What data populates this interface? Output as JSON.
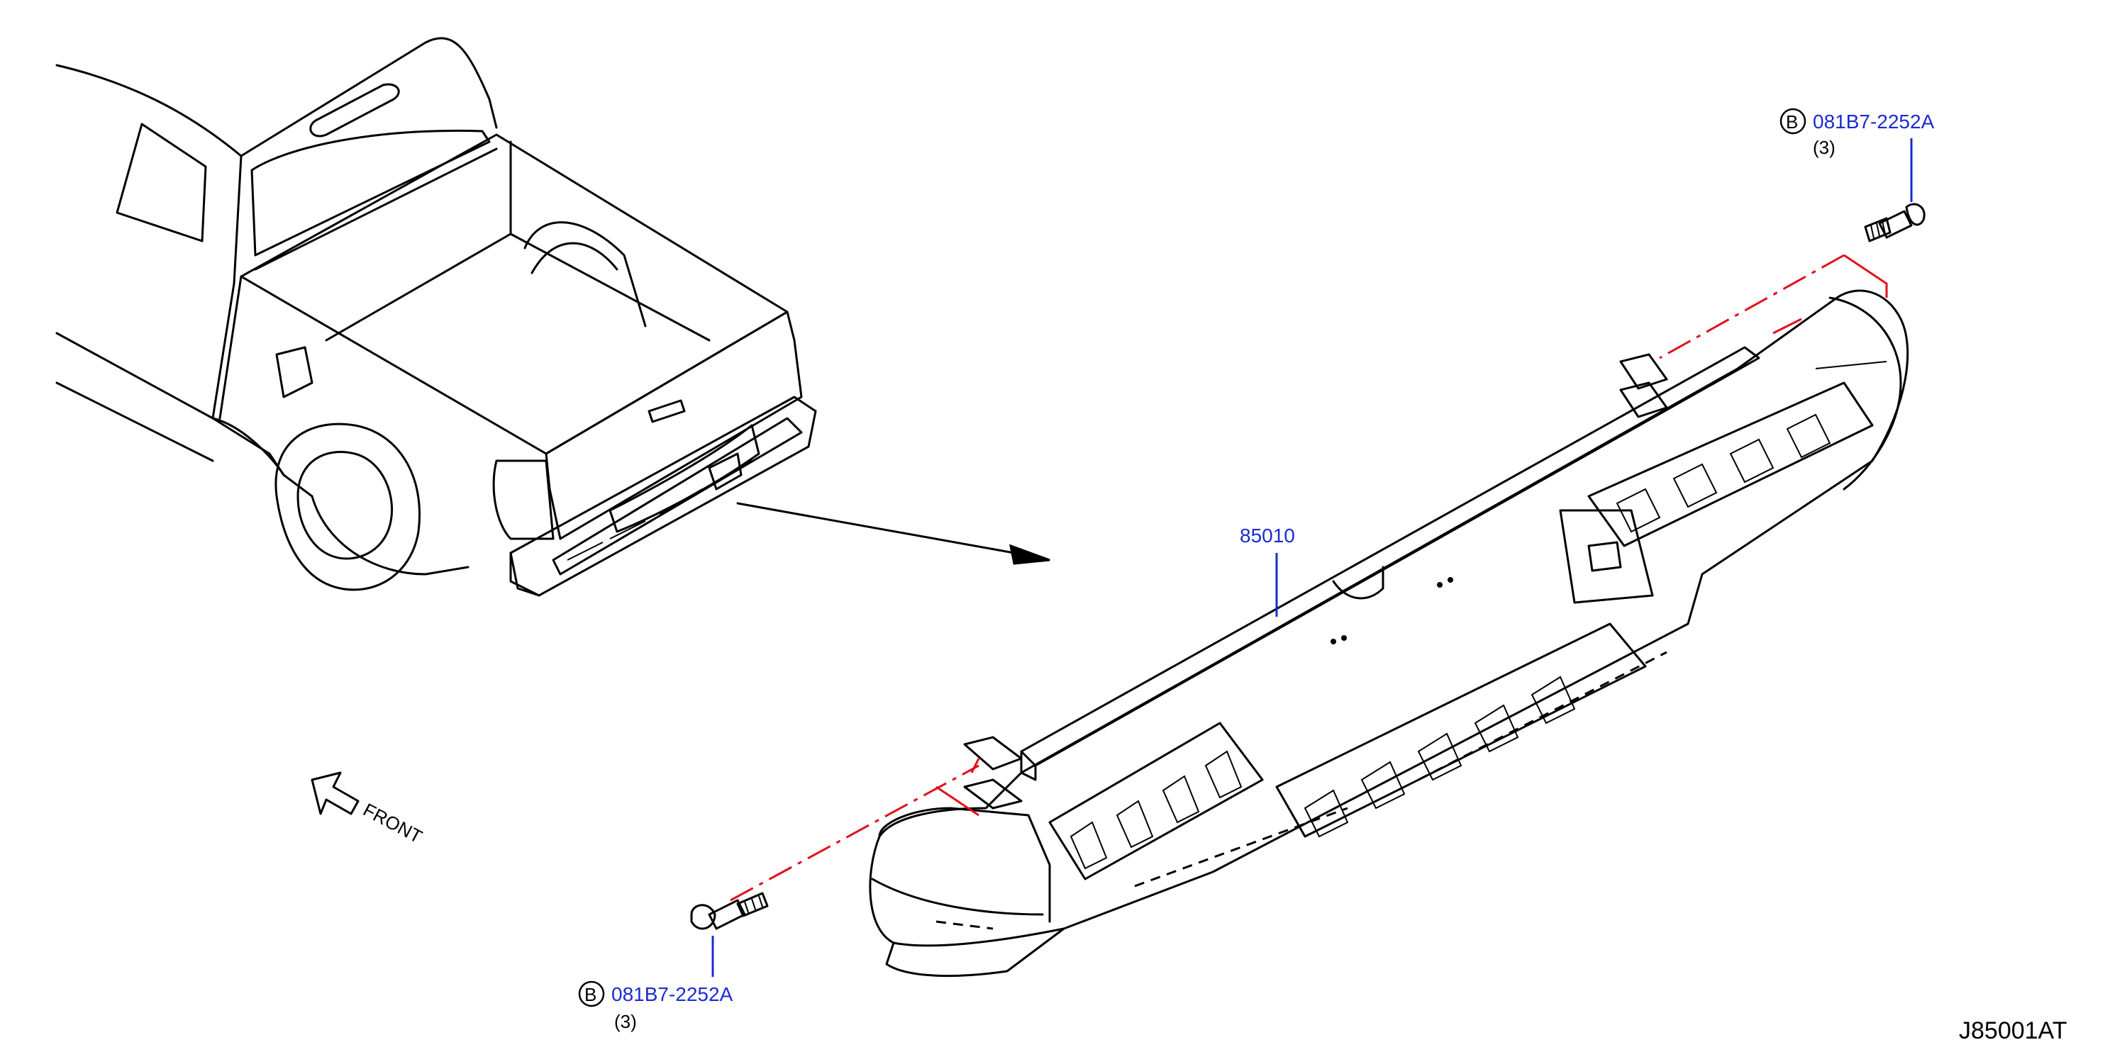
{
  "labels": {
    "main_part": "85010",
    "bolt_top": {
      "badge": "B",
      "part": "081B7-2252A",
      "qty": "(3)"
    },
    "bolt_bottom": {
      "badge": "B",
      "part": "081B7-2252A",
      "qty": "(3)"
    },
    "front": "FRONT",
    "drawing_code": "J85001AT"
  },
  "colors": {
    "callout": "#1a2bd0",
    "reference_line": "#e0101a",
    "drawing": "#000000"
  }
}
